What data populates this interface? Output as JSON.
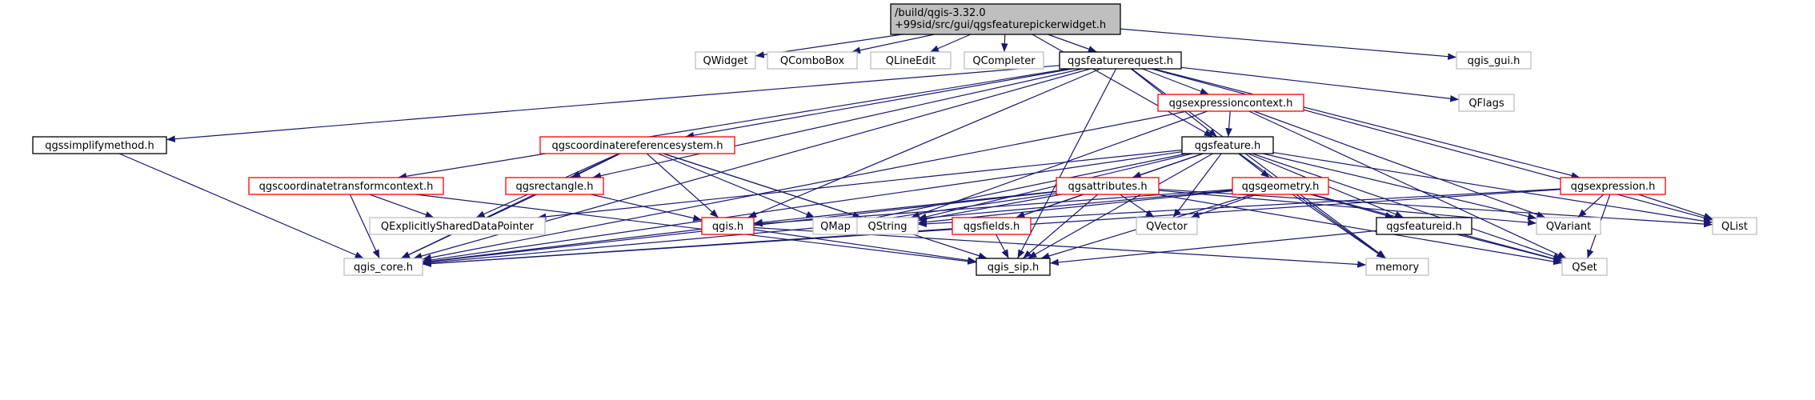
{
  "graph": {
    "edge_color": "#191970",
    "root_fill": "#bfbfbf",
    "nodes": [
      {
        "id": "root",
        "label": "/build/qgis-3.32.0\n+99sid/src/gui/qgsfeaturepickerwidget.h",
        "style": "root"
      },
      {
        "id": "qwidget",
        "label": "QWidget",
        "style": "gray"
      },
      {
        "id": "qcombobox",
        "label": "QComboBox",
        "style": "gray"
      },
      {
        "id": "qlineedit",
        "label": "QLineEdit",
        "style": "gray"
      },
      {
        "id": "qcompleter",
        "label": "QCompleter",
        "style": "gray"
      },
      {
        "id": "qgsfeaturerequest",
        "label": "qgsfeaturerequest.h",
        "style": "black"
      },
      {
        "id": "qgis_gui",
        "label": "qgis_gui.h",
        "style": "gray"
      },
      {
        "id": "qgsexpressioncontext",
        "label": "qgsexpressioncontext.h",
        "style": "red"
      },
      {
        "id": "qflags",
        "label": "QFlags",
        "style": "gray"
      },
      {
        "id": "qgssimplifymethod",
        "label": "qgssimplifymethod.h",
        "style": "black"
      },
      {
        "id": "qgscrs",
        "label": "qgscoordinatereferencesystem.h",
        "style": "red"
      },
      {
        "id": "qgsfeature",
        "label": "qgsfeature.h",
        "style": "black"
      },
      {
        "id": "qgsctc",
        "label": "qgscoordinatetransformcontext.h",
        "style": "red"
      },
      {
        "id": "qgsrectangle",
        "label": "qgsrectangle.h",
        "style": "red"
      },
      {
        "id": "qgsattributes",
        "label": "qgsattributes.h",
        "style": "red"
      },
      {
        "id": "qgsgeometry",
        "label": "qgsgeometry.h",
        "style": "red"
      },
      {
        "id": "qgsexpression",
        "label": "qgsexpression.h",
        "style": "red"
      },
      {
        "id": "qesdp",
        "label": "QExplicitlySharedDataPointer",
        "style": "gray"
      },
      {
        "id": "qgis",
        "label": "qgis.h",
        "style": "red"
      },
      {
        "id": "qmap",
        "label": "QMap",
        "style": "gray"
      },
      {
        "id": "qstring",
        "label": "QString",
        "style": "gray"
      },
      {
        "id": "qgsfields",
        "label": "qgsfields.h",
        "style": "red"
      },
      {
        "id": "qvector",
        "label": "QVector",
        "style": "gray"
      },
      {
        "id": "qgsfeatureid",
        "label": "qgsfeatureid.h",
        "style": "black"
      },
      {
        "id": "qvariant",
        "label": "QVariant",
        "style": "gray"
      },
      {
        "id": "qlist",
        "label": "QList",
        "style": "gray"
      },
      {
        "id": "qgis_core",
        "label": "qgis_core.h",
        "style": "gray"
      },
      {
        "id": "qgis_sip",
        "label": "qgis_sip.h",
        "style": "black"
      },
      {
        "id": "memory",
        "label": "memory",
        "style": "gray"
      },
      {
        "id": "qset",
        "label": "QSet",
        "style": "gray"
      }
    ],
    "edges": [
      [
        "root",
        "qwidget"
      ],
      [
        "root",
        "qcombobox"
      ],
      [
        "root",
        "qlineedit"
      ],
      [
        "root",
        "qcompleter"
      ],
      [
        "root",
        "qgsfeaturerequest"
      ],
      [
        "root",
        "qgis_gui"
      ],
      [
        "root",
        "qgsfeature"
      ],
      [
        "qgsfeaturerequest",
        "qgsexpressioncontext"
      ],
      [
        "qgsfeaturerequest",
        "qflags"
      ],
      [
        "qgsfeaturerequest",
        "qgssimplifymethod"
      ],
      [
        "qgsfeaturerequest",
        "qgscrs"
      ],
      [
        "qgsfeaturerequest",
        "qgsfeature"
      ],
      [
        "qgsfeaturerequest",
        "qgsctc"
      ],
      [
        "qgsfeaturerequest",
        "qgsrectangle"
      ],
      [
        "qgsfeaturerequest",
        "qgsexpression"
      ],
      [
        "qgsfeaturerequest",
        "qgis"
      ],
      [
        "qgsfeaturerequest",
        "qgis_core"
      ],
      [
        "qgsfeaturerequest",
        "qgis_sip"
      ],
      [
        "qgsfeaturerequest",
        "memory"
      ],
      [
        "qgsfeaturerequest",
        "qlist"
      ],
      [
        "qgsexpressioncontext",
        "qgsfeature"
      ],
      [
        "qgsexpressioncontext",
        "qgis_core"
      ],
      [
        "qgsexpressioncontext",
        "qstring"
      ],
      [
        "qgsexpressioncontext",
        "qvariant"
      ],
      [
        "qgsexpressioncontext",
        "qset"
      ],
      [
        "qgssimplifymethod",
        "qgis_core"
      ],
      [
        "qgscrs",
        "qgsrectangle"
      ],
      [
        "qgscrs",
        "qesdp"
      ],
      [
        "qgscrs",
        "qgis"
      ],
      [
        "qgscrs",
        "qmap"
      ],
      [
        "qgscrs",
        "qstring"
      ],
      [
        "qgscrs",
        "qgis_core"
      ],
      [
        "qgscrs",
        "qgis_sip"
      ],
      [
        "qgsfeature",
        "qgsattributes"
      ],
      [
        "qgsfeature",
        "qgsgeometry"
      ],
      [
        "qgsfeature",
        "qgsfields"
      ],
      [
        "qgsfeature",
        "qgsfeatureid"
      ],
      [
        "qgsfeature",
        "qvector"
      ],
      [
        "qgsfeature",
        "qvariant"
      ],
      [
        "qgsfeature",
        "qlist"
      ],
      [
        "qgsfeature",
        "qmap"
      ],
      [
        "qgsfeature",
        "qstring"
      ],
      [
        "qgsfeature",
        "qgis_core"
      ],
      [
        "qgsfeature",
        "qgis_sip"
      ],
      [
        "qgsfeature",
        "memory"
      ],
      [
        "qgsfeature",
        "qset"
      ],
      [
        "qgsfeature",
        "qesdp"
      ],
      [
        "qgsctc",
        "qesdp"
      ],
      [
        "qgsctc",
        "qgis_core"
      ],
      [
        "qgsctc",
        "qgis_sip"
      ],
      [
        "qgsrectangle",
        "qgis"
      ],
      [
        "qgsrectangle",
        "qgis_core"
      ],
      [
        "qgsattributes",
        "qgis"
      ],
      [
        "qgsattributes",
        "qmap"
      ],
      [
        "qgsattributes",
        "qstring"
      ],
      [
        "qgsattributes",
        "qgsfields"
      ],
      [
        "qgsattributes",
        "qvector"
      ],
      [
        "qgsattributes",
        "qvariant"
      ],
      [
        "qgsattributes",
        "qlist"
      ],
      [
        "qgsattributes",
        "qgis_core"
      ],
      [
        "qgsattributes",
        "qgis_sip"
      ],
      [
        "qgsattributes",
        "qset"
      ],
      [
        "qgsgeometry",
        "qgsfeatureid"
      ],
      [
        "qgsgeometry",
        "qvector"
      ],
      [
        "qgsgeometry",
        "qstring"
      ],
      [
        "qgsgeometry",
        "qgis_core"
      ],
      [
        "qgsgeometry",
        "qgis_sip"
      ],
      [
        "qgsgeometry",
        "memory"
      ],
      [
        "qgsgeometry",
        "qset"
      ],
      [
        "qgsgeometry",
        "qgis"
      ],
      [
        "qgsexpression",
        "qvariant"
      ],
      [
        "qgsexpression",
        "qlist"
      ],
      [
        "qgsexpression",
        "qset"
      ],
      [
        "qgsexpression",
        "qstring"
      ],
      [
        "qgsexpression",
        "qgis_core"
      ],
      [
        "qgis",
        "qgis_core"
      ],
      [
        "qgis",
        "qgis_sip"
      ],
      [
        "qgis",
        "memory"
      ],
      [
        "qgsfields",
        "qgis_core"
      ],
      [
        "qgsfields",
        "qgis_sip"
      ],
      [
        "qgsfeatureid",
        "qgis_sip"
      ],
      [
        "qgsfeatureid",
        "qset"
      ]
    ]
  }
}
